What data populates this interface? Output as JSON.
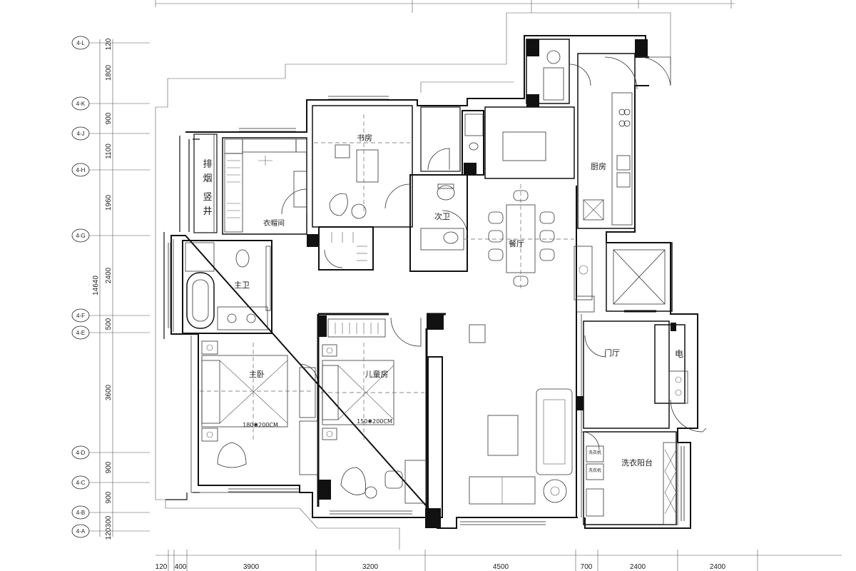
{
  "rooms": {
    "study": "书房",
    "second_bath": "次卫",
    "kitchen": "厨房",
    "cloakroom": "衣帽间",
    "dining": "餐厅",
    "master_bath": "主卫",
    "master_bed": "主卧",
    "child_room": "儿童房",
    "foyer": "门厅",
    "laundry_balcony": "洗衣阳台",
    "shaft": [
      "排",
      "烟",
      "竖",
      "井"
    ],
    "electric": "电"
  },
  "beds": {
    "master": "180✱200CM",
    "child": "150✱200CM"
  },
  "dims_bottom": [
    "120",
    "400",
    "3900",
    "3200",
    "4500",
    "700",
    "2400",
    "2400"
  ],
  "dims_left": [
    "120",
    "1800",
    "900",
    "1100",
    "1960",
    "2400",
    "500",
    "3600",
    "900",
    "900",
    "300",
    "120"
  ],
  "dim_total": "14640",
  "axes_left": [
    "4-L",
    "4-K",
    "4-J",
    "4-H",
    "4-G",
    "4-F",
    "4-E",
    "4-D",
    "4-C",
    "4-B",
    "4-A"
  ],
  "appliances": {
    "washer_labels": [
      "洗衣机",
      "洗衣机"
    ]
  }
}
